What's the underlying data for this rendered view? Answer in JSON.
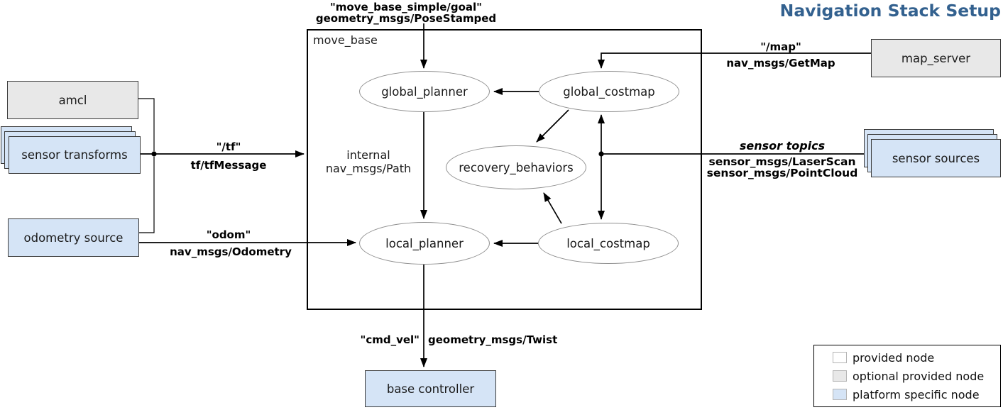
{
  "title": "Navigation Stack Setup",
  "container": {
    "label": "move_base"
  },
  "nodes": {
    "amcl": "amcl",
    "sensor_transforms": "sensor transforms",
    "odometry_source": "odometry source",
    "map_server": "map_server",
    "sensor_sources": "sensor sources",
    "base_controller": "base controller",
    "global_planner": "global_planner",
    "global_costmap": "global_costmap",
    "recovery_behaviors": "recovery_behaviors",
    "local_planner": "local_planner",
    "local_costmap": "local_costmap"
  },
  "edges": {
    "goal": {
      "topic": "\"move_base_simple/goal\"",
      "type": "geometry_msgs/PoseStamped"
    },
    "tf": {
      "topic": "\"/tf\"",
      "type": "tf/tfMessage"
    },
    "odom": {
      "topic": "\"odom\"",
      "type": "nav_msgs/Odometry"
    },
    "map": {
      "topic": "\"/map\"",
      "type": "nav_msgs/GetMap"
    },
    "sensor": {
      "topic": "sensor topics",
      "type1": "sensor_msgs/LaserScan",
      "type2": "sensor_msgs/PointCloud"
    },
    "internal": {
      "line1": "internal",
      "line2": "nav_msgs/Path"
    },
    "cmd_vel": {
      "topic": "\"cmd_vel\"",
      "type": "geometry_msgs/Twist"
    }
  },
  "legend": {
    "items": [
      {
        "label": "provided node",
        "color": "#ffffff"
      },
      {
        "label": "optional provided node",
        "color": "#e8e8e8"
      },
      {
        "label": "platform specific node",
        "color": "#d5e4f6"
      }
    ]
  },
  "colors": {
    "title_accent": "#33618F",
    "optional_node_fill": "#e8e8e8",
    "platform_node_fill": "#d5e4f6",
    "provided_node_fill": "#ffffff",
    "ellipse_stroke": "#8f8f8f",
    "line": "#000000"
  }
}
